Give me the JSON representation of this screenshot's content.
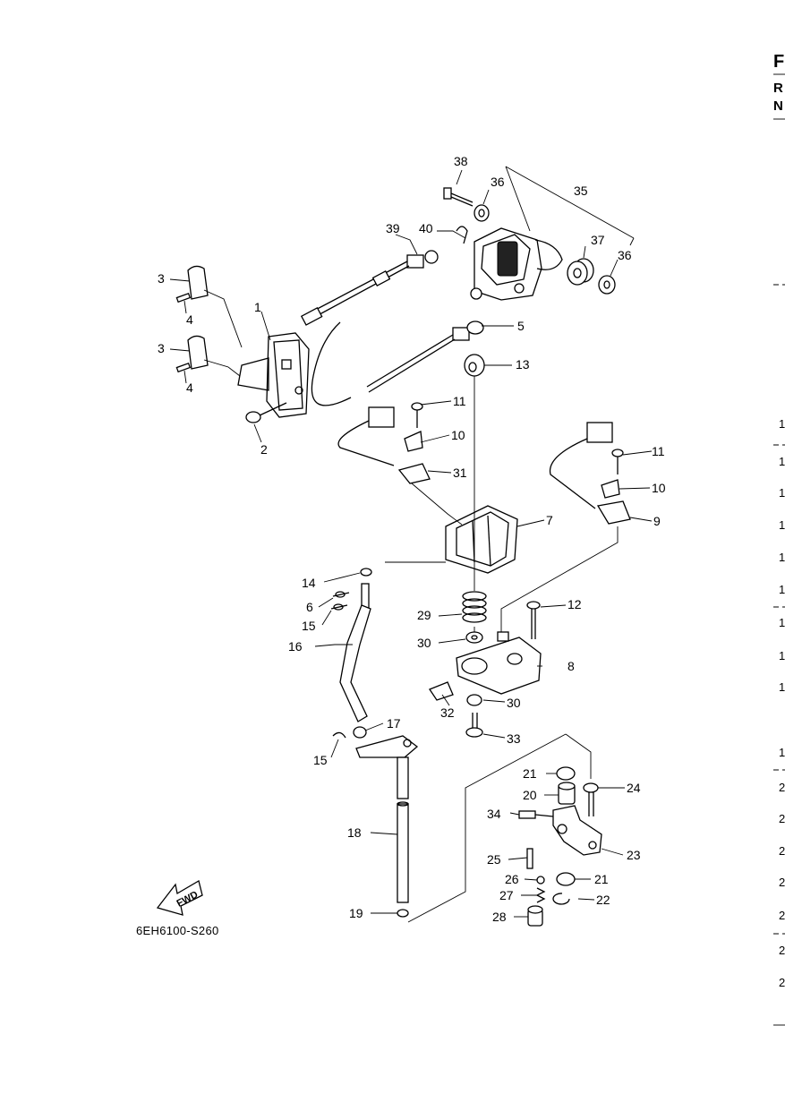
{
  "diagram_code": "6EH6100-S260",
  "fwd_label": "FWD",
  "part_numbers": {
    "p1": "1",
    "p2": "2",
    "p3a": "3",
    "p3b": "3",
    "p4a": "4",
    "p4b": "4",
    "p5": "5",
    "p6": "6",
    "p7": "7",
    "p8": "8",
    "p9": "9",
    "p10a": "10",
    "p10b": "10",
    "p11a": "11",
    "p11b": "11",
    "p12": "12",
    "p13": "13",
    "p14": "14",
    "p15a": "15",
    "p15b": "15",
    "p16": "16",
    "p17": "17",
    "p18": "18",
    "p19": "19",
    "p20": "20",
    "p21a": "21",
    "p21b": "21",
    "p22": "22",
    "p23": "23",
    "p24": "24",
    "p25": "25",
    "p26": "26",
    "p27": "27",
    "p28": "28",
    "p29": "29",
    "p30a": "30",
    "p30b": "30",
    "p31": "31",
    "p32": "32",
    "p33": "33",
    "p34": "34",
    "p35": "35",
    "p36a": "36",
    "p36b": "36",
    "p37": "37",
    "p38": "38",
    "p39": "39",
    "p40": "40"
  },
  "right_edge": {
    "header": [
      "F",
      "R",
      "N"
    ],
    "rows": [
      "1",
      "1",
      "1",
      "1",
      "1",
      "1",
      "1",
      "1",
      "1",
      "1",
      "2",
      "2",
      "2",
      "2",
      "2",
      "2",
      "2"
    ]
  }
}
